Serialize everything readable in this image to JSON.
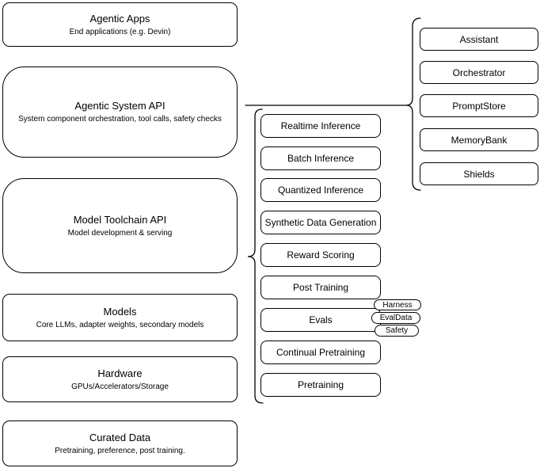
{
  "colors": {
    "stroke": "#000000",
    "background": "#ffffff",
    "text": "#000000"
  },
  "stack": {
    "boxes": [
      {
        "title": "Agentic Apps",
        "subtitle": "End applications (e.g. Devin)"
      },
      {
        "title": "Agentic System API",
        "subtitle": "System component orchestration, tool calls, safety checks"
      },
      {
        "title": "Model Toolchain API",
        "subtitle": "Model development & serving"
      },
      {
        "title": "Models",
        "subtitle": "Core LLMs, adapter weights, secondary models"
      },
      {
        "title": "Hardware",
        "subtitle": "GPUs/Accelerators/Storage"
      },
      {
        "title": "Curated Data",
        "subtitle": "Pretraining, preference, post training."
      }
    ]
  },
  "toolchain": {
    "items": [
      "Realtime Inference",
      "Batch Inference",
      "Quantized Inference",
      "Synthetic Data Generation",
      "Reward Scoring",
      "Post Training",
      "Evals",
      "Continual Pretraining",
      "Pretraining"
    ]
  },
  "evals_tags": {
    "items": [
      "Harness",
      "EvalData",
      "Safety"
    ]
  },
  "system_components": {
    "items": [
      "Assistant",
      "Orchestrator",
      "PromptStore",
      "MemoryBank",
      "Shields"
    ]
  }
}
